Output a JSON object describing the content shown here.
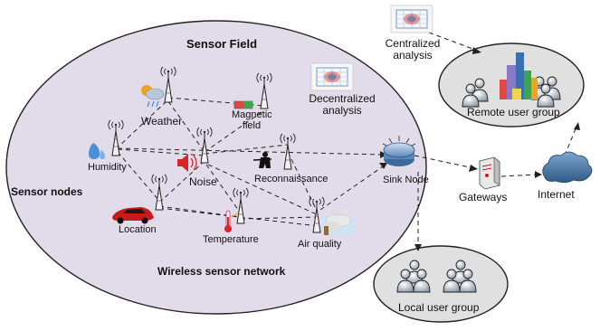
{
  "field_title": "Sensor Field",
  "sensor_nodes_label": "Sensor nodes",
  "network_label": "Wireless sensor network",
  "nodes": {
    "weather": "Weather",
    "magnetic": "Magnetic\nfield",
    "humidity": "Humidity",
    "noise": "Noise",
    "reconnaissance": "Reconnaissance",
    "location": "Location",
    "temperature": "Temperature",
    "air_quality": "Air quality"
  },
  "decentralized": "Decentralized\nanalysis",
  "centralized": "Centralized\nanalysis",
  "sink_node": "Sink Node",
  "gateways": "Gateways",
  "internet": "Internet",
  "remote_group": "Remote user group",
  "local_group": "Local user group",
  "colors": {
    "field_fill": "#e2dbe9",
    "group_fill": "#e0e0e0",
    "cloud": "#3f6f98",
    "sink": "#6a95c3",
    "line": "#222222"
  }
}
